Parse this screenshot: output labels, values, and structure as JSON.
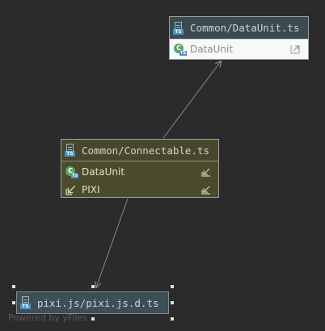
{
  "nodes": {
    "dataunit_module": {
      "title": "Common/DataUnit.ts",
      "members": [
        {
          "label": "DataUnit",
          "icon": "class-export-icon",
          "direction": "exported"
        }
      ]
    },
    "connectable_module": {
      "title": "Common/Connectable.ts",
      "members": [
        {
          "label": "DataUnit",
          "icon": "class-import-icon",
          "direction": "imported"
        },
        {
          "label": "PIXI",
          "icon": "namespace-import-icon",
          "direction": "imported"
        }
      ]
    },
    "pixi_module": {
      "title": "pixi.js/pixi.js.d.ts",
      "members": []
    }
  },
  "edges": [
    {
      "from": "Common/Connectable.ts",
      "to": "Common/DataUnit.ts"
    },
    {
      "from": "Common/Connectable.ts",
      "to": "pixi.js/pixi.js.d.ts"
    }
  ],
  "badges": {
    "file_badge": "TS",
    "class_letter": "C"
  },
  "watermark": "Powered by yFiles",
  "colors": {
    "background": "#2b2b2b",
    "header_blue": "#3c4a52",
    "module_header": "#46472c",
    "module_body": "#4b4a2a",
    "member_light": "#f7f8f8",
    "edge": "#8a8a8a",
    "selection_header": "#3e4e57"
  }
}
